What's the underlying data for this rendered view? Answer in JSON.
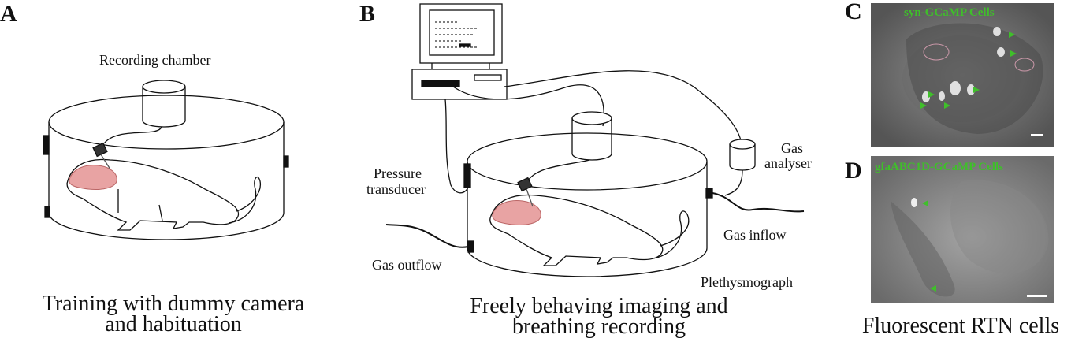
{
  "panels": {
    "a": {
      "letter": "A",
      "recording_chamber_label": "Recording chamber",
      "caption_line1": "Training with dummy camera",
      "caption_line2": "and habituation"
    },
    "b": {
      "letter": "B",
      "pressure_label_line1": "Pressure",
      "pressure_label_line2": "transducer",
      "gas_analyser_line1": "Gas",
      "gas_analyser_line2": "analyser",
      "gas_inflow_label": "Gas inflow",
      "gas_outflow_label": "Gas outflow",
      "plethysmograph_label": "Plethysmograph",
      "caption_line1": "Freely behaving imaging and",
      "caption_line2": "breathing recording"
    },
    "c": {
      "letter": "C",
      "title": "syn-GCaMP Cells"
    },
    "d": {
      "letter": "D",
      "title": "gfaABC1D-GCaMP Cells"
    },
    "right_caption": "Fluorescent RTN cells"
  },
  "colors": {
    "arrow_green": "#3fbf2a",
    "label_green": "#3fbf2a",
    "brain_pink": "#e8a3a3",
    "micro_bg": "#7d7d7d"
  }
}
